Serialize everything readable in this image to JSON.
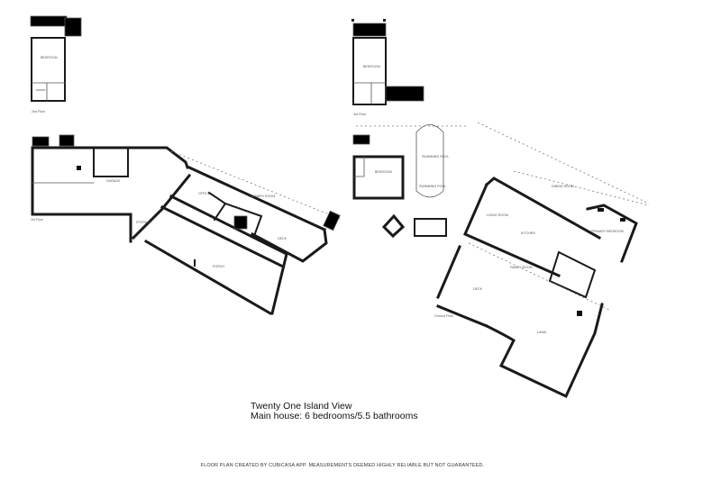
{
  "caption": {
    "title": "Twenty One Island View",
    "subtitle": "Main house: 6 bedrooms/5.5 bathrooms"
  },
  "footer": "FLOOR PLAN CREATED BY CUBICASA APP. MEASUREMENTS DEEMED HIGHLY RELIABLE BUT NOT GUARANTEED."
}
